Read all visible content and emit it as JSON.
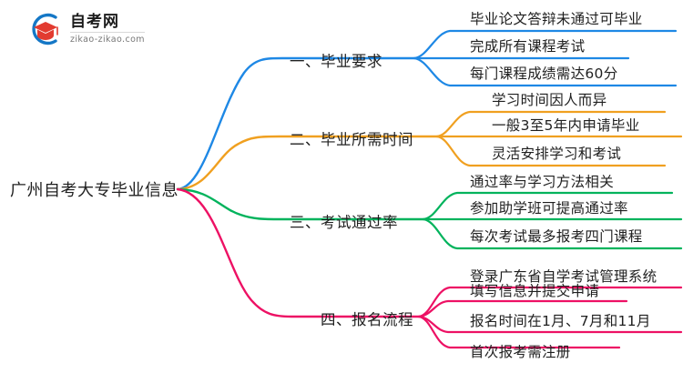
{
  "logo": {
    "title": "自考网",
    "subtitle": "zikao-zikao.com",
    "mark_icon": "graduation-cap-in-circle-icon"
  },
  "mindmap": {
    "root": {
      "label": "广州自考大专毕业信息"
    },
    "colors": {
      "blue": "#1E88E5",
      "orange": "#F0A020",
      "green": "#00B35C",
      "pink": "#ED1164",
      "text": "#1f1f1f"
    },
    "branches": [
      {
        "label": "一、毕业要求",
        "color": "#1E88E5",
        "children": [
          {
            "label": "毕业论文答辩未通过可毕业"
          },
          {
            "label": "完成所有课程考试"
          },
          {
            "label": "每门课程成绩需达60分"
          }
        ]
      },
      {
        "label": "二、毕业所需时间",
        "color": "#F0A020",
        "children": [
          {
            "label": "学习时间因人而异"
          },
          {
            "label": "一般3至5年内申请毕业"
          },
          {
            "label": "灵活安排学习和考试"
          }
        ]
      },
      {
        "label": "三、考试通过率",
        "color": "#00B35C",
        "children": [
          {
            "label": "通过率与学习方法相关"
          },
          {
            "label": "参加助学班可提高通过率"
          },
          {
            "label": "每次考试最多报考四门课程"
          }
        ]
      },
      {
        "label": "四、报名流程",
        "color": "#ED1164",
        "children": [
          {
            "label": "登录广东省自学考试管理系统"
          },
          {
            "label": "填写信息并提交申请"
          },
          {
            "label": "报名时间在1月、7月和11月"
          },
          {
            "label": "首次报考需注册"
          }
        ]
      }
    ]
  }
}
